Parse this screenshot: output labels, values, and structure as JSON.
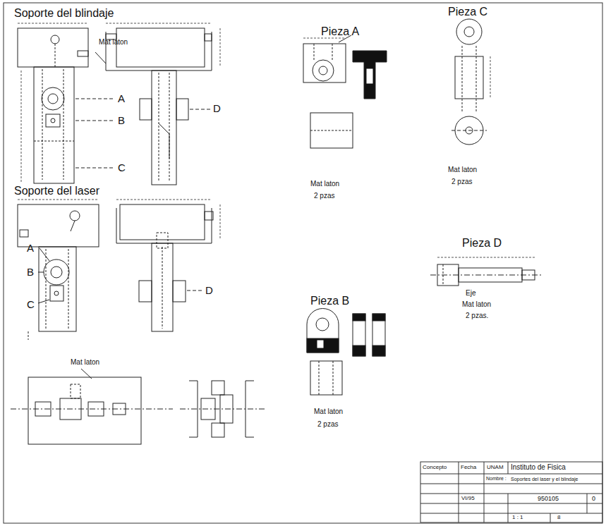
{
  "diagram": {
    "labels": [
      "Soporte del blindaje",
      "Mat laton",
      "A",
      "B",
      "C",
      "D",
      "Soporte del laser",
      "A",
      "B",
      "C",
      "D",
      "Mat laton",
      "Pieza A",
      "Mat laton",
      "2 pzas",
      "Pieza C",
      "Mat laton",
      "2 pzas",
      "Pieza B",
      "Mat laton",
      "2 pzas",
      "Pieza D",
      "Eje",
      "Mat laton",
      "2 pzas.",
      "Concepto",
      "Fecha",
      "UNAM",
      "Instituto de Fisica",
      "Nombre :",
      "Soportes del laser y el blindaje",
      "950105",
      "VI/95",
      "0",
      "1 : 1",
      "8"
    ]
  }
}
